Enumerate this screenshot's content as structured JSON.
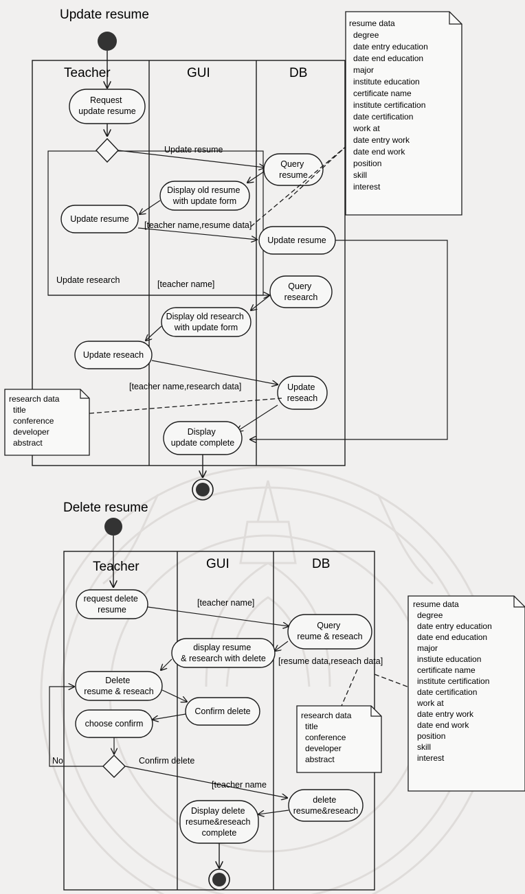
{
  "update": {
    "title": "Update resume",
    "lanes": [
      "Teacher",
      "GUI",
      "DB"
    ],
    "actions": {
      "request": [
        "Request",
        "update resume"
      ],
      "query_resume": [
        "Query",
        "resume"
      ],
      "display_old_resume": [
        "Display old resume",
        "with update form"
      ],
      "update_resume_teacher": [
        "Update resume"
      ],
      "update_resume_db": [
        "Update resume"
      ],
      "query_research": [
        "Query",
        "research"
      ],
      "display_old_research": [
        "Display old research",
        "with update form"
      ],
      "update_reseach_teacher": [
        "Update reseach"
      ],
      "update_reseach_db": [
        "Update",
        "reseach"
      ],
      "display_complete": [
        "Display",
        "update complete"
      ]
    },
    "labels": {
      "update_resume": "Update resume",
      "teacher_resume_data": "[teacher name,resume data]",
      "update_research": "Update research",
      "teacher_name": "[teacher name]",
      "teacher_research_data": "[teacher name,research data]"
    },
    "resume_note": {
      "heading": "resume data",
      "items": [
        "degree",
        "date entry education",
        "date end education",
        "major",
        "institute education",
        "certificate name",
        "institute certification",
        "date certification",
        "work at",
        "date entry work",
        "date end work",
        "position",
        "skill",
        "interest"
      ]
    },
    "research_note": {
      "heading": "research data",
      "items": [
        "title",
        "conference",
        "developer",
        "abstract"
      ]
    }
  },
  "delete": {
    "title": "Delete resume",
    "lanes": [
      "Teacher",
      "GUI",
      "DB"
    ],
    "actions": {
      "request_delete": [
        "request delete",
        "resume"
      ],
      "query": [
        "Query",
        "reume & reseach"
      ],
      "display_resume_research": [
        "display resume",
        "& research with delete"
      ],
      "delete_action": [
        "Delete",
        "resume & reseach"
      ],
      "confirm_delete": [
        "Confirm delete"
      ],
      "choose_confirm": [
        "choose confirm"
      ],
      "delete_db": [
        "delete",
        "resume&reseach"
      ],
      "display_delete_complete": [
        "Display delete",
        "resume&reseach",
        "complete"
      ]
    },
    "labels": {
      "teacher_name_1": "[teacher name]",
      "resume_research_data": "[resume data,reseach data]",
      "no": "No",
      "confirm_delete_guard": "Confirm delete",
      "teacher_name_2": "[teacher name"
    },
    "resume_note": {
      "heading": "resume data",
      "items": [
        "degree",
        "date entry education",
        "date end education",
        "major",
        "instiute education",
        "certificate name",
        "institute certification",
        "date certification",
        "work at",
        "date entry work",
        "date end work",
        "position",
        "skill",
        "interest"
      ]
    },
    "research_note": {
      "heading": "research data",
      "items": [
        "title",
        "conference",
        "developer",
        "abstract"
      ]
    }
  }
}
